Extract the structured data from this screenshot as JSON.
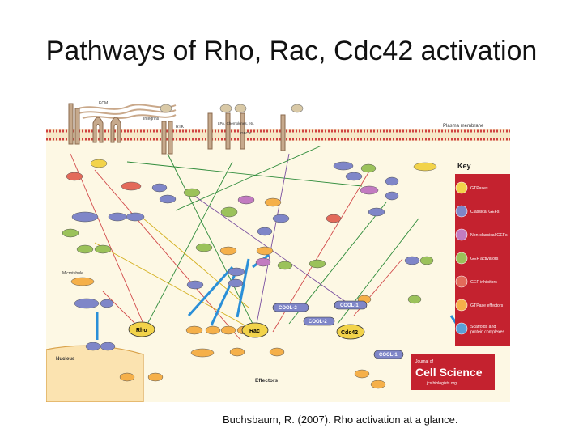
{
  "slide": {
    "title": "Pathways of Rho, Rac, Cdc42 activation",
    "caption": "Buchsbaum, R. (2007). Rho activation at a glance."
  },
  "figure": {
    "membrane_label": "Plasma membrane",
    "nucleus_label": "Nucleus",
    "effectors_label": "Effectors",
    "ecm_label": "ECM",
    "integrins_label": "Integrins",
    "rtk_label": "RTK",
    "gpcr_label": "GPCR",
    "lpa_label": "LPA, Chemokines, etc.",
    "microtubule_label": "Microtubule",
    "hub_nodes": {
      "rho": "Rho",
      "rac": "Rac",
      "cdc42": "Cdc42"
    },
    "cool_nodes": [
      "COOL-2",
      "COOL-1",
      "COOL-2",
      "COOL-1"
    ],
    "key": {
      "title": "Key",
      "entries": [
        {
          "label": "GTPases",
          "color": "#f2d34a"
        },
        {
          "label": "Classical GEFs",
          "color": "#7f86c8"
        },
        {
          "label": "Non-classical GEFs",
          "color": "#c27bc1"
        },
        {
          "label": "GEF activators",
          "color": "#9bc25a"
        },
        {
          "label": "GEF inhibitors",
          "color": "#e36a5a"
        },
        {
          "label": "GTPase effectors",
          "color": "#f5b04a"
        },
        {
          "label": "Scaffolds and protein complexes",
          "color": "#5aa0d8"
        }
      ]
    },
    "journal": {
      "top": "Journal of",
      "main": "Cell Science",
      "sub": "jcs.biologists.org"
    }
  }
}
